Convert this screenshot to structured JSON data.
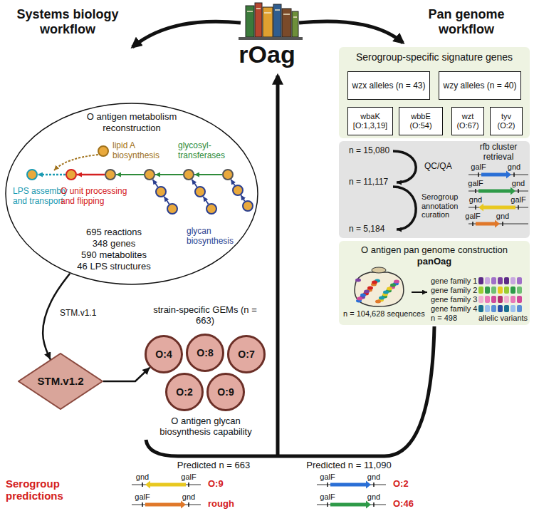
{
  "diagram": {
    "nodes": [
      {
        "text": [
          "O antigen metabolism reconstruction",
          "695 reactions",
          "348 genes",
          "590 metabolites",
          "46 LPS structures"
        ]
      },
      {
        "text": [
          "STM.v1.2"
        ]
      },
      {
        "text": [
          "O:4"
        ]
      },
      {
        "text": [
          "O:8"
        ]
      },
      {
        "text": [
          "O:7"
        ]
      },
      {
        "text": [
          "O:2"
        ]
      },
      {
        "text": [
          "O:9"
        ]
      },
      {
        "text": [
          "Serogroup-specific signature genes"
        ]
      },
      {
        "text": [
          "wzx alleles (n = 43)"
        ],
        "in": 7
      },
      {
        "text": [
          "wzy alleles (n = 40)"
        ],
        "in": 7
      },
      {
        "text": [
          "wbaK [O:1,3,19]"
        ],
        "in": 7
      },
      {
        "text": [
          "wbbE (O:54)"
        ],
        "in": 7
      },
      {
        "text": [
          "wzt (O:67)"
        ],
        "in": 7
      },
      {
        "text": [
          "tyv (O:2)"
        ],
        "in": 7
      },
      {
        "text": [
          "rfb cluster retrieval"
        ]
      },
      {
        "text": [
          "O antigen pan genome construction",
          "panOag"
        ]
      }
    ],
    "edges": [
      {
        "from": 0,
        "to": 1,
        "label": "STM.v1.1",
        "arrow": "to"
      },
      {
        "from": 1,
        "to": 2,
        "arrow": "to"
      }
    ],
    "labels": [
      "Systems biology workflow",
      "Pan genome workflow",
      "rOag",
      "lipid A biosynthesis",
      "glycosyl-transferases",
      "LPS assembly and transport",
      "O unit processing and flipping",
      "glycan biosynthesis",
      "strain-specific GEMs (n = 663)",
      "O antigen glycan biosynthesis capability",
      "Predicted n = 663",
      "Predicted n = 11,090",
      "n = 15,080",
      "QC/QA",
      "n = 11,117",
      "Serogroup annotation curation",
      "n = 5,184",
      "galF",
      "gnd",
      "galF",
      "gnd",
      "gnd",
      "galF",
      "galF",
      "gnd",
      "n = 104,628 sequences",
      "gene family 1",
      "gene family 2",
      "gene family 3",
      "gene family 4",
      "n = 498",
      "allelic variants",
      "Serogroup predictions",
      "gnd",
      "galF",
      "O:9",
      "galF",
      "gnd",
      "rough",
      "galF",
      "gnd",
      "O:2",
      "galF",
      "gnd",
      "O:46"
    ]
  }
}
